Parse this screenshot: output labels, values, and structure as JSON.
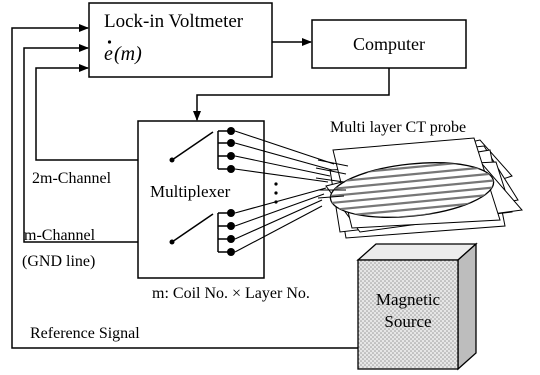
{
  "blocks": {
    "lockin": {
      "title": "Lock-in Voltmeter",
      "formula_main": "e",
      "formula_arg": "(m)"
    },
    "computer": {
      "title": "Computer"
    },
    "multiplexer": {
      "title": "Multiplexer",
      "dots": "⋮"
    },
    "magnetic_source": {
      "line1": "Magnetic",
      "line2": "Source"
    }
  },
  "labels": {
    "probe": "Multi layer CT probe",
    "channel_2m": "2m-Channel",
    "channel_m": "m-Channel",
    "gnd_line": "(GND line)",
    "coil_formula": "m: Coil No. × Layer No.",
    "reference": "Reference Signal"
  },
  "colors": {
    "line": "#000000",
    "probe_stripe": "#777777",
    "source_fill": "#d6d6d6"
  }
}
